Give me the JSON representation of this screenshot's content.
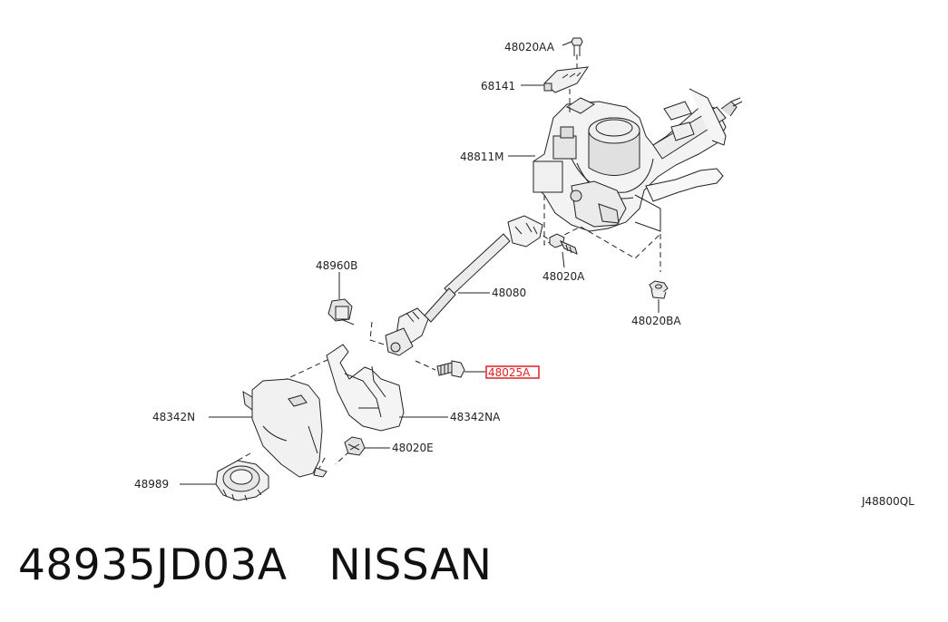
{
  "diagram": {
    "code": "J48800QL",
    "labels": {
      "p48020AA": "48020AA",
      "p68141": "68141",
      "p48811M": "48811M",
      "p48960B": "48960B",
      "p48080": "48080",
      "p48020A": "48020A",
      "p48020BA": "48020BA",
      "p48025A": "48025A",
      "p48342N": "48342N",
      "p48342NA": "48342NA",
      "p48020E": "48020E",
      "p48989": "48989"
    },
    "highlight_color": "#e02020"
  },
  "footer": {
    "part_number": "48935JD03A",
    "brand": "NISSAN"
  }
}
